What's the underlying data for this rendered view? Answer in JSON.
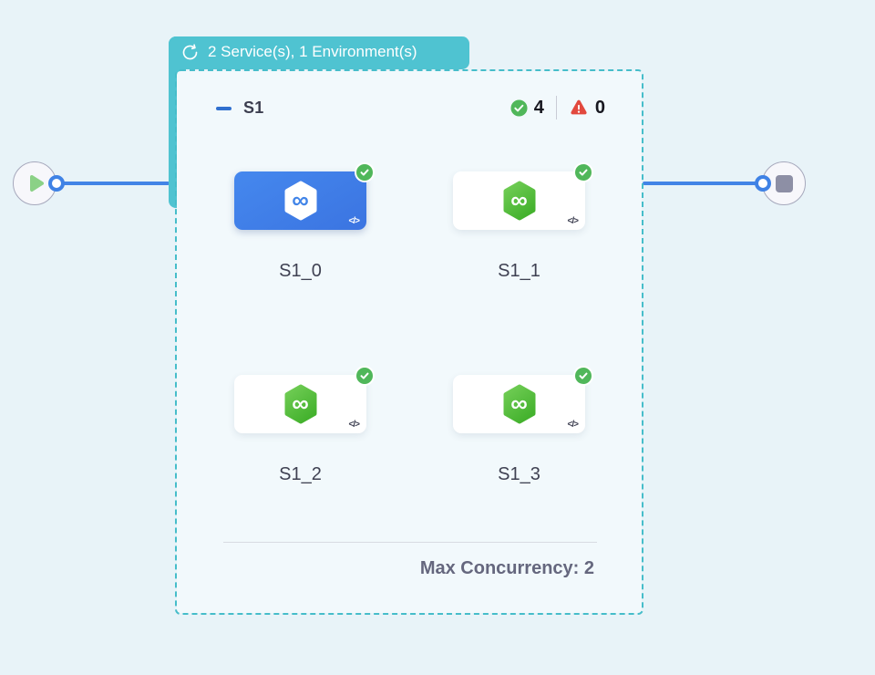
{
  "badge": {
    "label": "2 Service(s), 1 Environment(s)"
  },
  "stage": {
    "name": "S1",
    "success_count": "4",
    "failure_count": "0",
    "max_concurrency": "Max Concurrency: 2",
    "services": [
      {
        "label": "S1_0",
        "selected": true,
        "status": "success"
      },
      {
        "label": "S1_1",
        "selected": false,
        "status": "success"
      },
      {
        "label": "S1_2",
        "selected": false,
        "status": "success"
      },
      {
        "label": "S1_3",
        "selected": false,
        "status": "success"
      }
    ]
  },
  "icons": {
    "code": "</>",
    "infinity": "∞"
  },
  "colors": {
    "teal": "#4fc3d1",
    "dashed_border": "#46bdca",
    "connector_blue": "#4284e6",
    "selected_card_blue": "#3f7fe8",
    "success_green": "#50b75a",
    "failure_red": "#e2493e",
    "hexagon_green": "#55bd3f"
  }
}
